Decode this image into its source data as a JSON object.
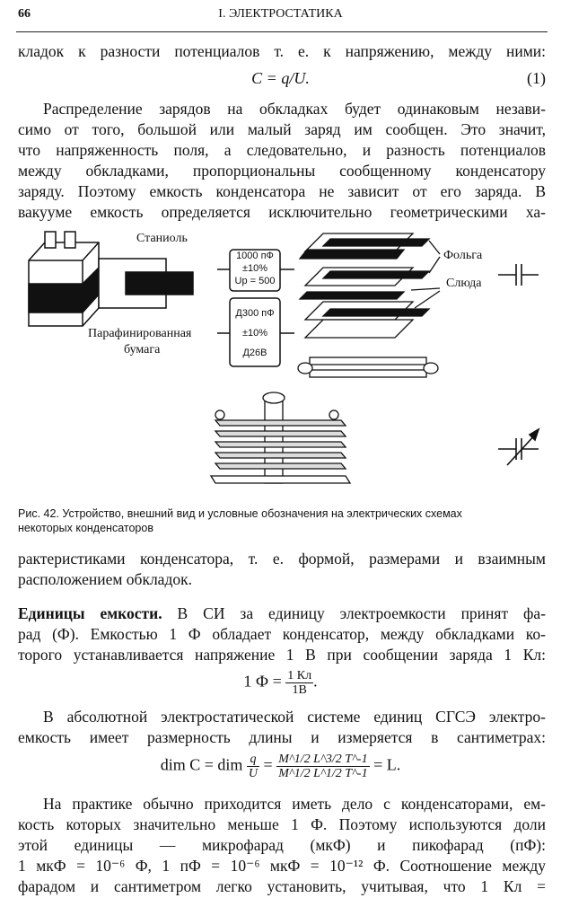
{
  "header": {
    "page_number": "66",
    "chapter_title": "I. ЭЛЕКТРОСТАТИКА"
  },
  "text": {
    "l1": "кладок к разности потенциалов т. е. к напряжению, между ними:",
    "formula1": "C = q/U.",
    "formula1_num": "(1)",
    "p1": [
      "Распределение зарядов на обкладках будет одинаковым незави-",
      "симо от того, большой или малый заряд им сообщен. Это значит,",
      "что напряженность поля, а следовательно, и разность потенциалов",
      "между обкладками, пропорциональны сообщенному конденсатору",
      "заряду. Поэтому емкость конденсатора не зависит от его заряда. В",
      "вакууме емкость определяется исключительно геометрическими ха-"
    ],
    "p2": [
      "рактеристиками конденсатора, т. е. формой, размерами и взаимным",
      "расположением обкладок."
    ],
    "section_title": "Единицы емкости.",
    "p3": [
      "В СИ за единицу электроемкости принят фа-",
      "рад (Ф). Емкостью 1 Ф обладает конденсатор, между обкладками ко-",
      "торого устанавливается напряжение 1 В при сообщении заряда 1 Кл:"
    ],
    "formula2": {
      "lhs": "1 Ф =",
      "num": "1 Кл",
      "den": "1В",
      "end": "."
    },
    "p4": [
      "В абсолютной электростатической системе единиц СГСЭ электро-",
      "емкость имеет размерность длины и измеряется в сантиметрах:"
    ],
    "formula3": {
      "lhs": "dim C = dim",
      "f1_num": "q",
      "f1_den": "U",
      "eq": "=",
      "f2_num": "M^1/2 L^3/2 T^-1",
      "f2_den": "M^1/2 L^1/2 T^-1",
      "rhs": "= L."
    },
    "p5": [
      "На практике обычно приходится иметь дело с конденсаторами, ем-",
      "кость которых значительно меньше 1 Ф. Поэтому используются доли",
      "этой единицы — микрофарад (мкФ) и пикофарад (пФ):",
      "1 мкФ = 10⁻⁶ Ф, 1 пФ = 10⁻⁶ мкФ = 10⁻¹² Ф. Соотношение между",
      "фарадом и сантиметром легко установить, учитывая, что 1 Кл ="
    ]
  },
  "figure": {
    "labels": {
      "staniol": "Станиоль",
      "paper": "Парафинированная",
      "paper2": "бумага",
      "foil": "Фольга",
      "mica": "Слюда"
    },
    "cap1": [
      "1000 пФ",
      "±10%",
      "Up = 500"
    ],
    "cap2": [
      "Д300 пФ",
      "±10%",
      "Д26В"
    ],
    "caption": [
      "Рис. 42. Устройство, внешний вид и условные обозначения на электрических схемах",
      "некоторых конденсаторов"
    ]
  }
}
